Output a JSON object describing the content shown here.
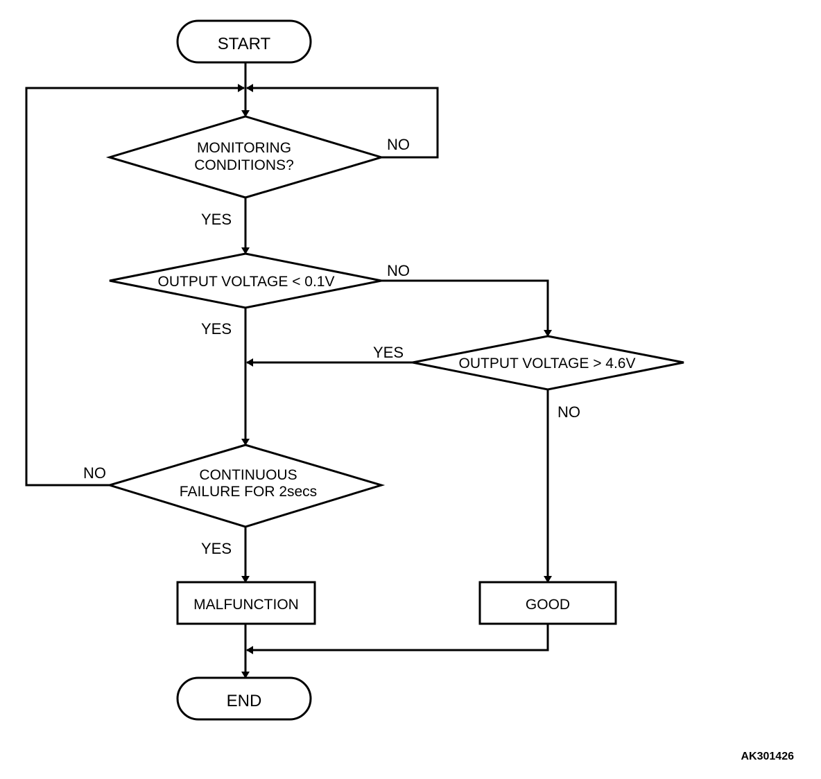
{
  "nodes": {
    "start": "START",
    "monitoring": [
      "MONITORING",
      "CONDITIONS?"
    ],
    "low_voltage": "OUTPUT VOLTAGE < 0.1V",
    "high_voltage": "OUTPUT VOLTAGE > 4.6V",
    "continuous": [
      "CONTINUOUS",
      "FAILURE FOR 2secs"
    ],
    "malfunction": "MALFUNCTION",
    "good": "GOOD",
    "end": "END"
  },
  "labels": {
    "no_monitoring": "NO",
    "yes_monitoring": "YES",
    "no_low": "NO",
    "yes_low": "YES",
    "yes_high": "YES",
    "no_high": "NO",
    "no_continuous": "NO",
    "yes_continuous": "YES"
  },
  "reference_code": "AK301426"
}
